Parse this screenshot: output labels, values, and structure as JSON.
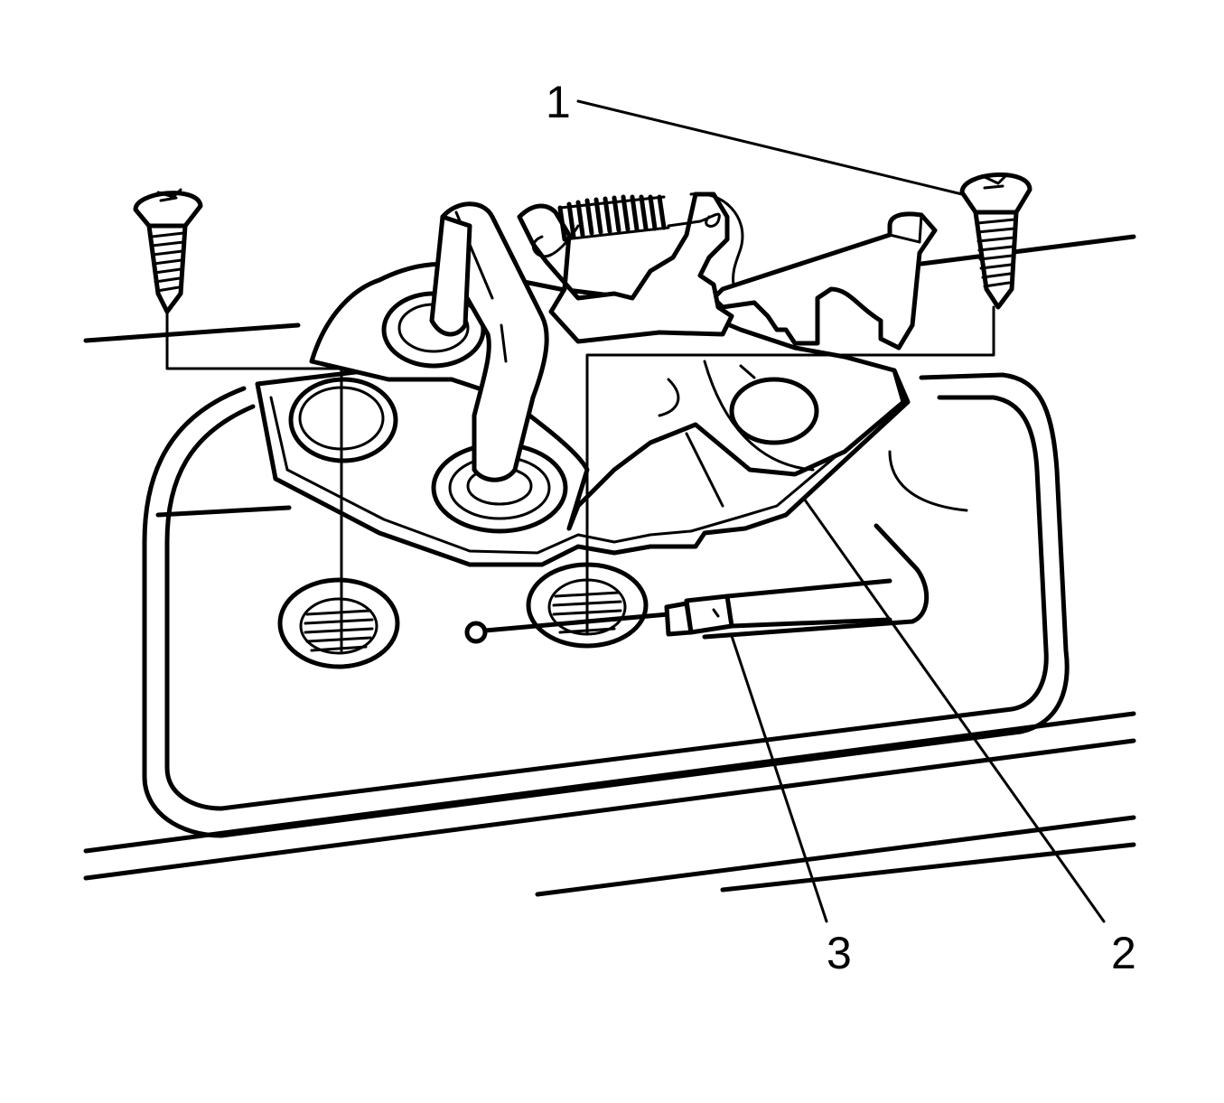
{
  "figure": {
    "background": "#ffffff",
    "stroke_color": "#000000"
  },
  "callouts": [
    {
      "id": "1",
      "label": "1"
    },
    {
      "id": "2",
      "label": "2"
    },
    {
      "id": "3",
      "label": "3"
    }
  ]
}
